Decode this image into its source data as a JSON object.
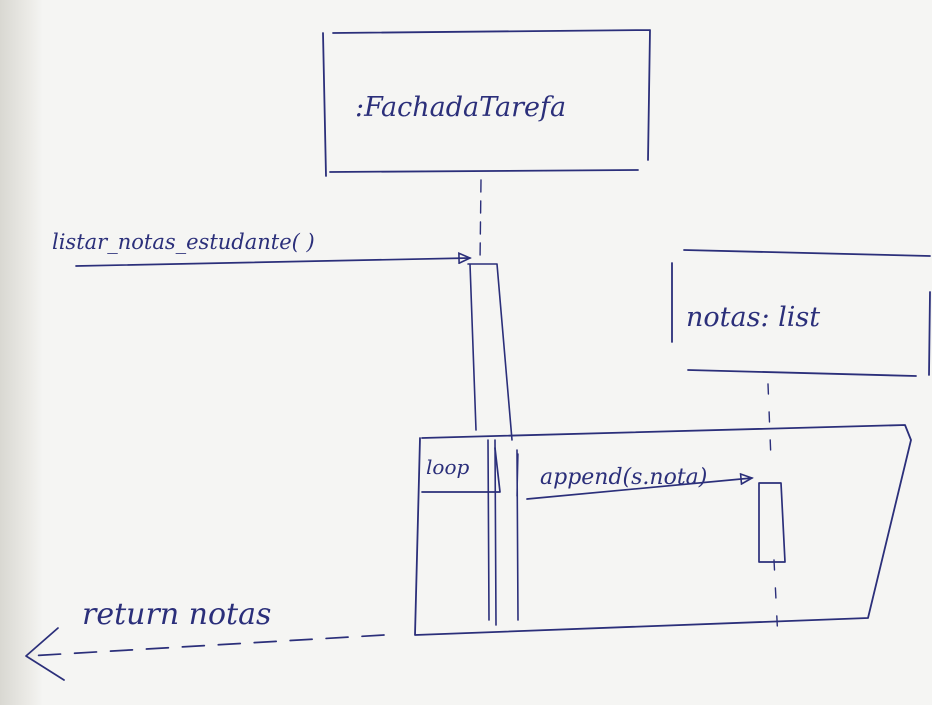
{
  "diagram": {
    "lifelines": [
      {
        "label": ":FachadaTarefa"
      },
      {
        "label": "notas: list"
      }
    ],
    "messages": {
      "call": "listar_notas_estudante( )",
      "append": "append(s.nota)",
      "return": "return notas"
    },
    "fragment": {
      "operator": "loop"
    }
  },
  "colors": {
    "ink": "#2b2f7a",
    "paper": "#f5f5f3"
  }
}
